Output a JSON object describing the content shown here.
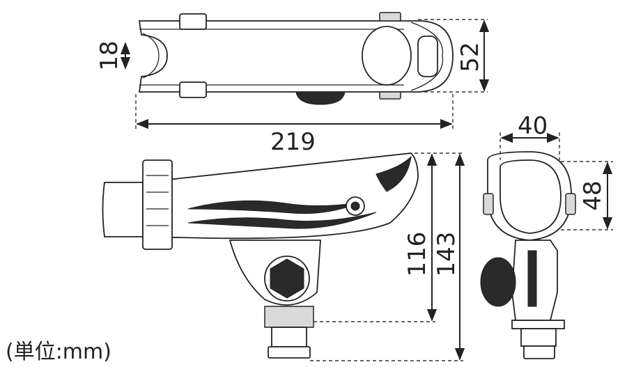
{
  "unit_label": "(単位:mm)",
  "dimensions": {
    "top_length": "219",
    "top_width": "52",
    "slot_width": "18",
    "ring_width": "40",
    "ring_height": "48",
    "mid_height": "116",
    "total_height": "143"
  }
}
